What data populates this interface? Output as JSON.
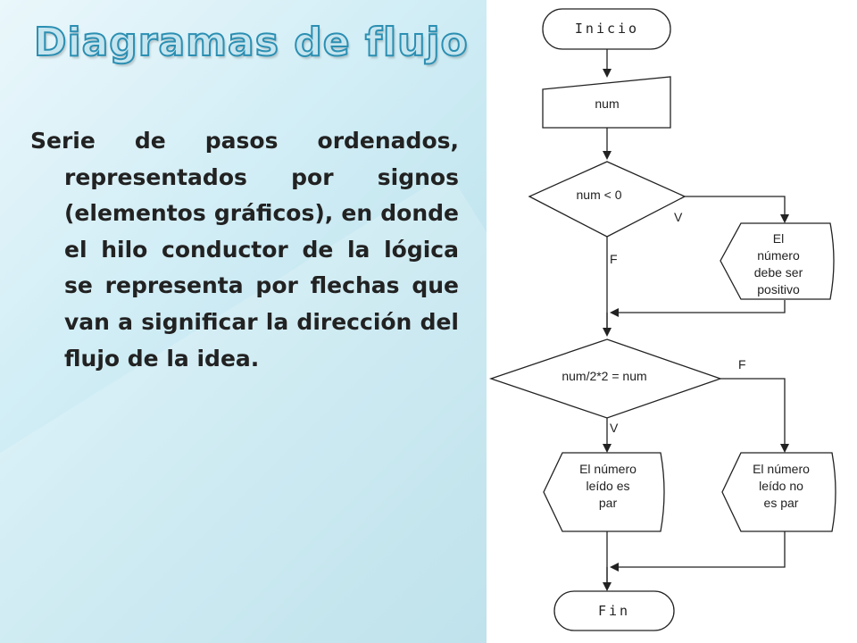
{
  "title": "Diagramas de flujo",
  "body": "Serie de pasos ordenados, representados por signos (elementos gráficos), en donde el hilo conductor de la lógica se representa por flechas que van a significar la dirección del flujo de la idea.",
  "flowchart": {
    "start": "Inicio",
    "input": "num",
    "decision1": "num < 0",
    "decision1_true": "V",
    "decision1_false": "F",
    "message_negative": [
      "El",
      "número",
      "debe ser",
      "positivo"
    ],
    "decision2": "num/2*2 = num",
    "decision2_true": "V",
    "decision2_false": "F",
    "message_even": [
      "El número",
      "leído es",
      "par"
    ],
    "message_odd": [
      "El número",
      "leído no",
      "es par"
    ],
    "end": "Fin"
  },
  "colors": {
    "title_fill": "#c6e5ef",
    "title_stroke": "#2b8fb2",
    "panel_bg": "#cdebf3"
  }
}
